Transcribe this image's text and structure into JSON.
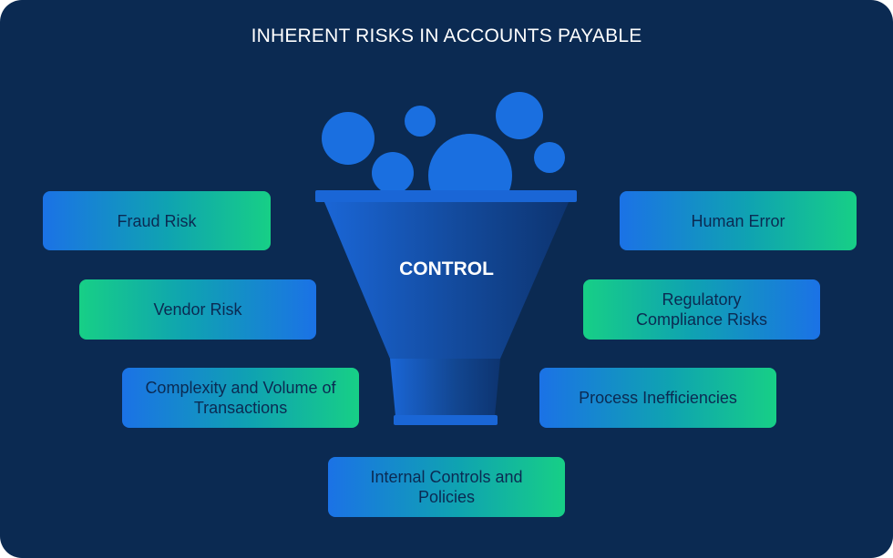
{
  "title": "INHERENT RISKS IN ACCOUNTS PAYABLE",
  "funnel": {
    "label": "CONTROL"
  },
  "risks": {
    "fraud_risk": "Fraud Risk",
    "vendor_risk": "Vendor Risk",
    "complexity": "Complexity and Volume of Transactions",
    "human_error": "Human Error",
    "regulatory": "Regulatory Compliance Risks",
    "process": "Process Inefficiencies",
    "internal_controls": "Internal Controls and Policies"
  },
  "colors": {
    "background": "#0b2a52",
    "box_blue": "#1b72e6",
    "box_green": "#17cf86",
    "bubble_blue": "#1a6fe0",
    "text_on_box": "#0b2a52"
  }
}
